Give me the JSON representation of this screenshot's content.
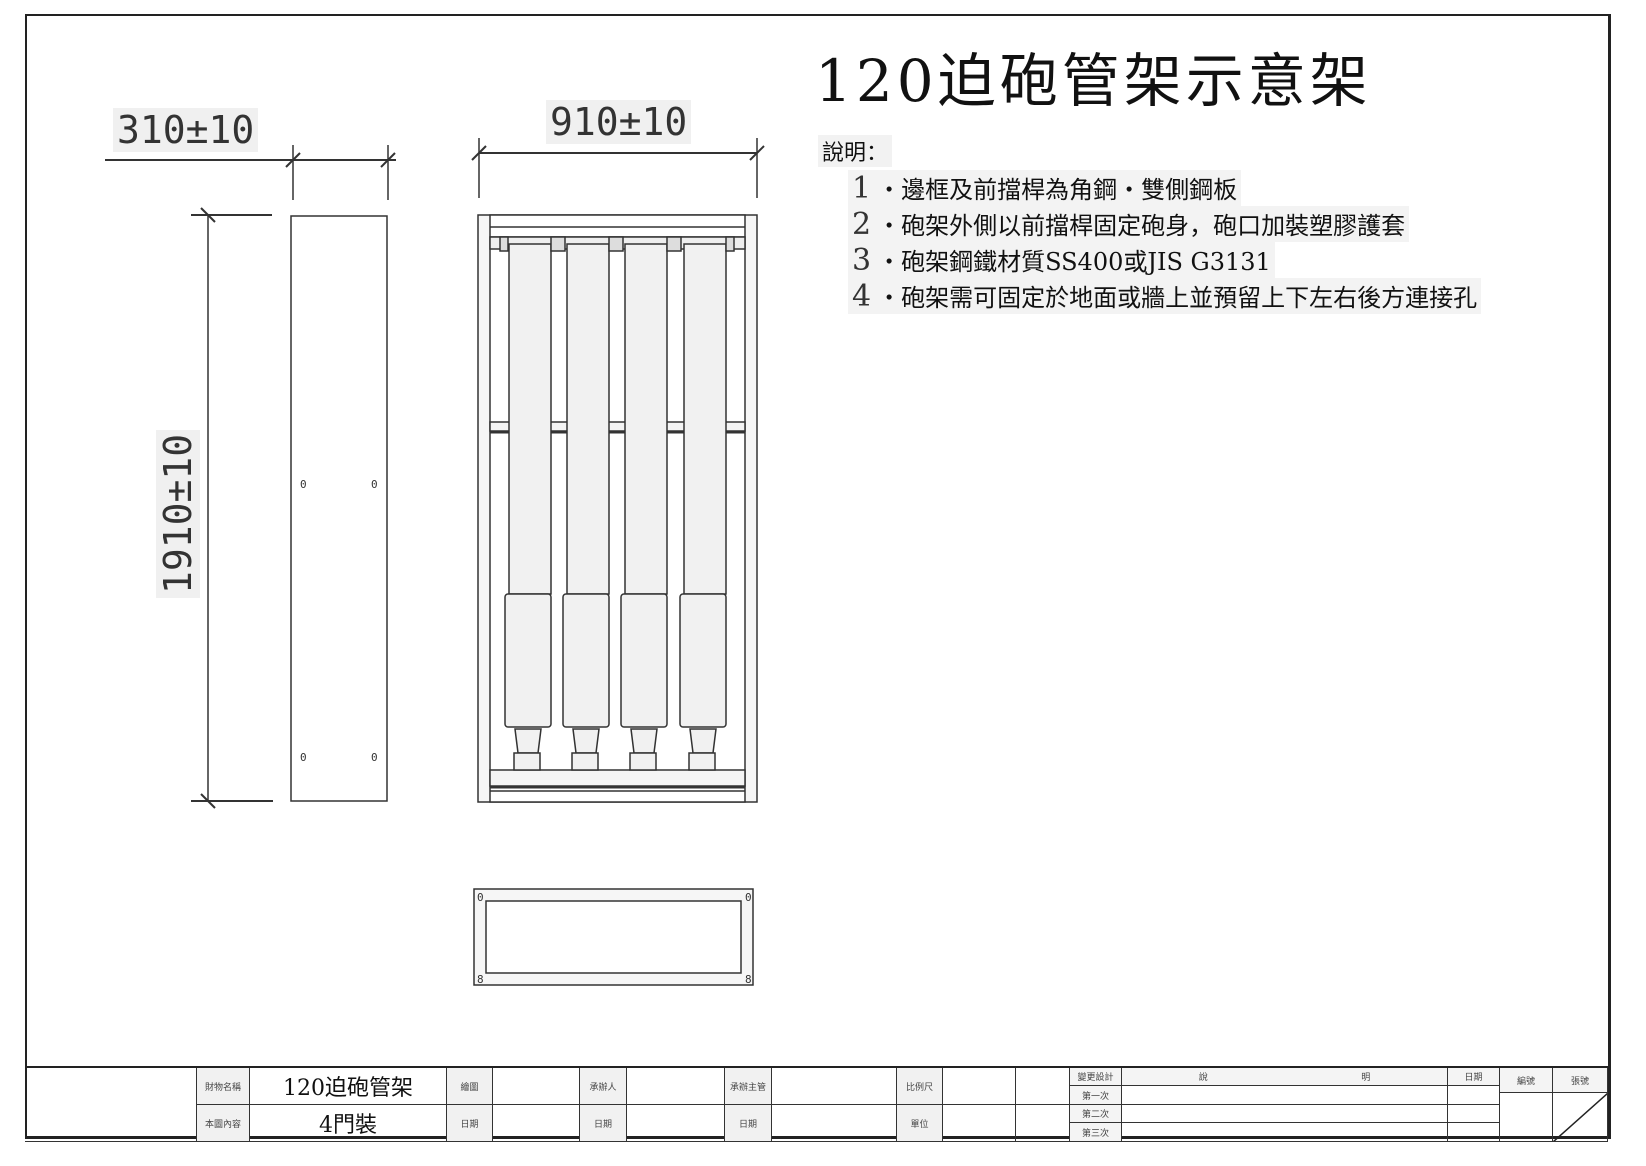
{
  "drawing": {
    "title": "120迫砲管架示意架",
    "notes_label": "說明：",
    "notes": [
      {
        "num": "1",
        "text": "‧邊框及前擋桿為角鋼‧雙側鋼板"
      },
      {
        "num": "2",
        "text": "‧砲架外側以前擋桿固定砲身，砲口加裝塑膠護套"
      },
      {
        "num": "3",
        "text": "‧砲架鋼鐵材質SS400或JIS G3131"
      },
      {
        "num": "4",
        "text": "‧砲架需可固定於地面或牆上並預留上下左右後方連接孔"
      }
    ],
    "dimensions": {
      "depth": "310±10",
      "width": "910±10",
      "height": "1910±10"
    },
    "views": {
      "side_view": {
        "hole_marks": [
          "0",
          "0",
          "0",
          "0"
        ]
      },
      "front_view": {
        "tube_count": 4
      },
      "top_view": {
        "hole_marks": [
          "0",
          "0",
          "8",
          "8"
        ]
      }
    }
  },
  "title_block": {
    "property_name_label": "財物名稱",
    "property_name_value": "120迫砲管架",
    "content_label": "本圖內容",
    "content_value": "4門裝",
    "drafter_label": "繪圖",
    "drafter_value": "",
    "date_label_1": "日期",
    "handler_label": "承辦人",
    "date_label_2": "日期",
    "supervisor_label": "承辦主管",
    "date_label_3": "日期",
    "scale_label": "比例尺",
    "unit_label": "單位",
    "revision_label": "變更設計",
    "revision_desc_label_1": "說",
    "revision_desc_label_2": "明",
    "revision_date_label": "日期",
    "revisions": [
      "第一次",
      "第二次",
      "第三次"
    ],
    "number_label": "編號",
    "sheet_label": "張號"
  }
}
